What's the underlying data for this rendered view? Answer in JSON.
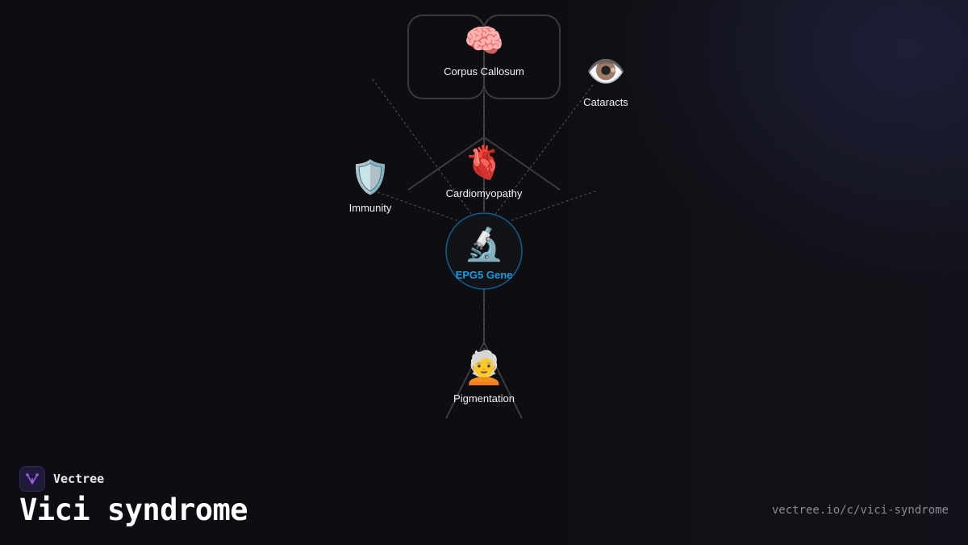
{
  "diagram": {
    "center": {
      "label": "EPG5 Gene",
      "icon": "microscope-icon",
      "glyph": "🔬",
      "color": "#1a9be0"
    },
    "nodes": [
      {
        "id": "corpus-callosum",
        "label": "Corpus Callosum",
        "icon": "brain-icon",
        "glyph": "🧠"
      },
      {
        "id": "cataracts",
        "label": "Cataracts",
        "icon": "eye-icon",
        "glyph": "👁️"
      },
      {
        "id": "cardiomyopathy",
        "label": "Cardiomyopathy",
        "icon": "anatomical-heart-icon",
        "glyph": "🫀"
      },
      {
        "id": "immunity",
        "label": "Immunity",
        "icon": "shield-icon",
        "glyph": "🛡️"
      },
      {
        "id": "pigmentation",
        "label": "Pigmentation",
        "icon": "white-haired-person-icon",
        "glyph": "🧑‍🦳"
      }
    ]
  },
  "brand": {
    "name": "Vectree",
    "logo_color": "#9b5de5"
  },
  "page": {
    "title": "Vici syndrome",
    "url": "vectree.io/c/vici-syndrome"
  }
}
